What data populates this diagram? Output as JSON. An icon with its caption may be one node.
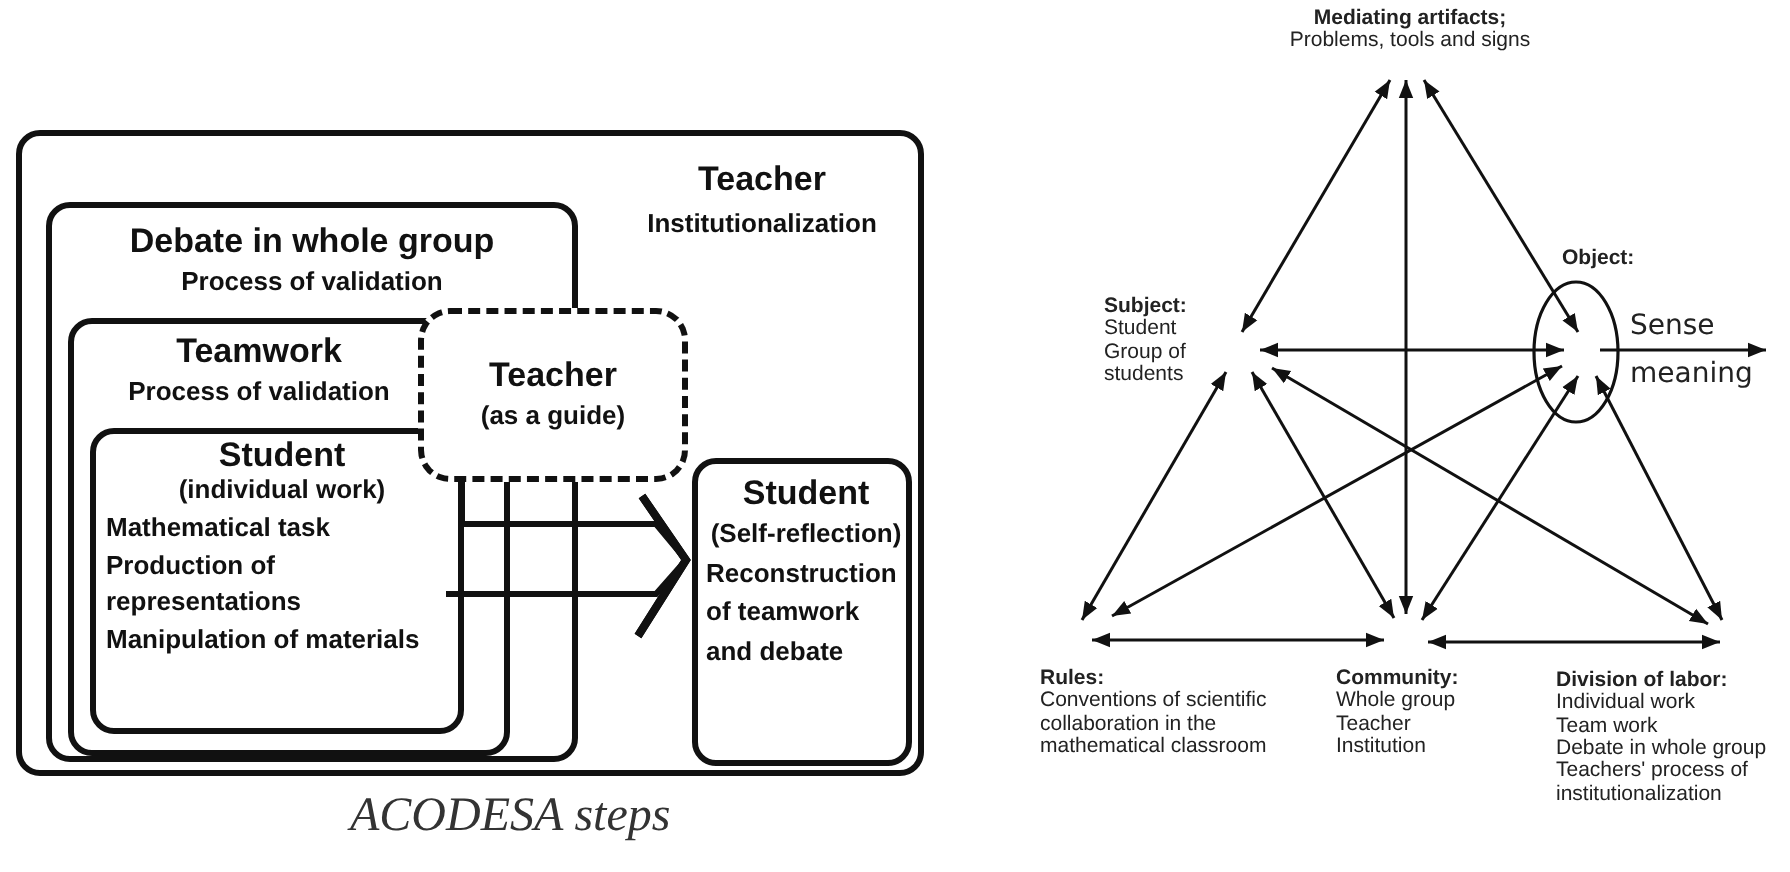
{
  "diagram": {
    "caption": "ACODESA steps",
    "nodes": [
      {
        "text": [
          "Teacher",
          "Institutionalization"
        ]
      },
      {
        "text": [
          "Debate in whole group",
          "Process of validation"
        ],
        "in": 0
      },
      {
        "text": [
          "Teamwork",
          "Process of validation"
        ],
        "in": 1
      },
      {
        "text": [
          "Student",
          "(individual work)",
          "Mathematical task",
          "Production of representations",
          "Manipulation of materials"
        ],
        "in": 2
      },
      {
        "text": [
          "Teacher",
          "(as a guide)"
        ],
        "in": 0
      },
      {
        "text": [
          "Student",
          "(Self-reflection)",
          "Reconstruction of teamwork and debate"
        ],
        "in": 0
      },
      {
        "text": [
          "Mediating artifacts;",
          "Problems, tools and signs"
        ]
      },
      {
        "text": [
          "Subject:",
          "Student",
          "Group of students"
        ]
      },
      {
        "text": [
          "Object:"
        ]
      },
      {
        "text": [
          "Rules:",
          "Conventions of scientific collaboration in the mathematical classroom"
        ]
      },
      {
        "text": [
          "Community:",
          "Whole group",
          "Teacher",
          "Institution"
        ]
      },
      {
        "text": [
          "Division of labor:",
          "Individual work",
          "Team work",
          "Debate in whole group",
          "Teachers' process of institutionalization"
        ]
      },
      {
        "text": [
          "Sense",
          "meaning"
        ]
      }
    ],
    "edges": [
      {
        "from": 4,
        "to": 5,
        "arrow": "to",
        "style": "thick"
      },
      {
        "from": 3,
        "to": 5,
        "arrow": "to",
        "style": "thick"
      },
      {
        "from": 6,
        "to": 7,
        "arrow": "both"
      },
      {
        "from": 6,
        "to": 8,
        "arrow": "both"
      },
      {
        "from": 6,
        "to": 10,
        "arrow": "both"
      },
      {
        "from": 7,
        "to": 8,
        "arrow": "both"
      },
      {
        "from": 8,
        "to": 12,
        "arrow": "to"
      },
      {
        "from": 7,
        "to": 9,
        "arrow": "both"
      },
      {
        "from": 7,
        "to": 10,
        "arrow": "both"
      },
      {
        "from": 7,
        "to": 11,
        "arrow": "both"
      },
      {
        "from": 8,
        "to": 9,
        "arrow": "both"
      },
      {
        "from": 8,
        "to": 10,
        "arrow": "both"
      },
      {
        "from": 8,
        "to": 11,
        "arrow": "both"
      },
      {
        "from": 9,
        "to": 10,
        "arrow": "both"
      },
      {
        "from": 10,
        "to": 11,
        "arrow": "both"
      }
    ]
  }
}
